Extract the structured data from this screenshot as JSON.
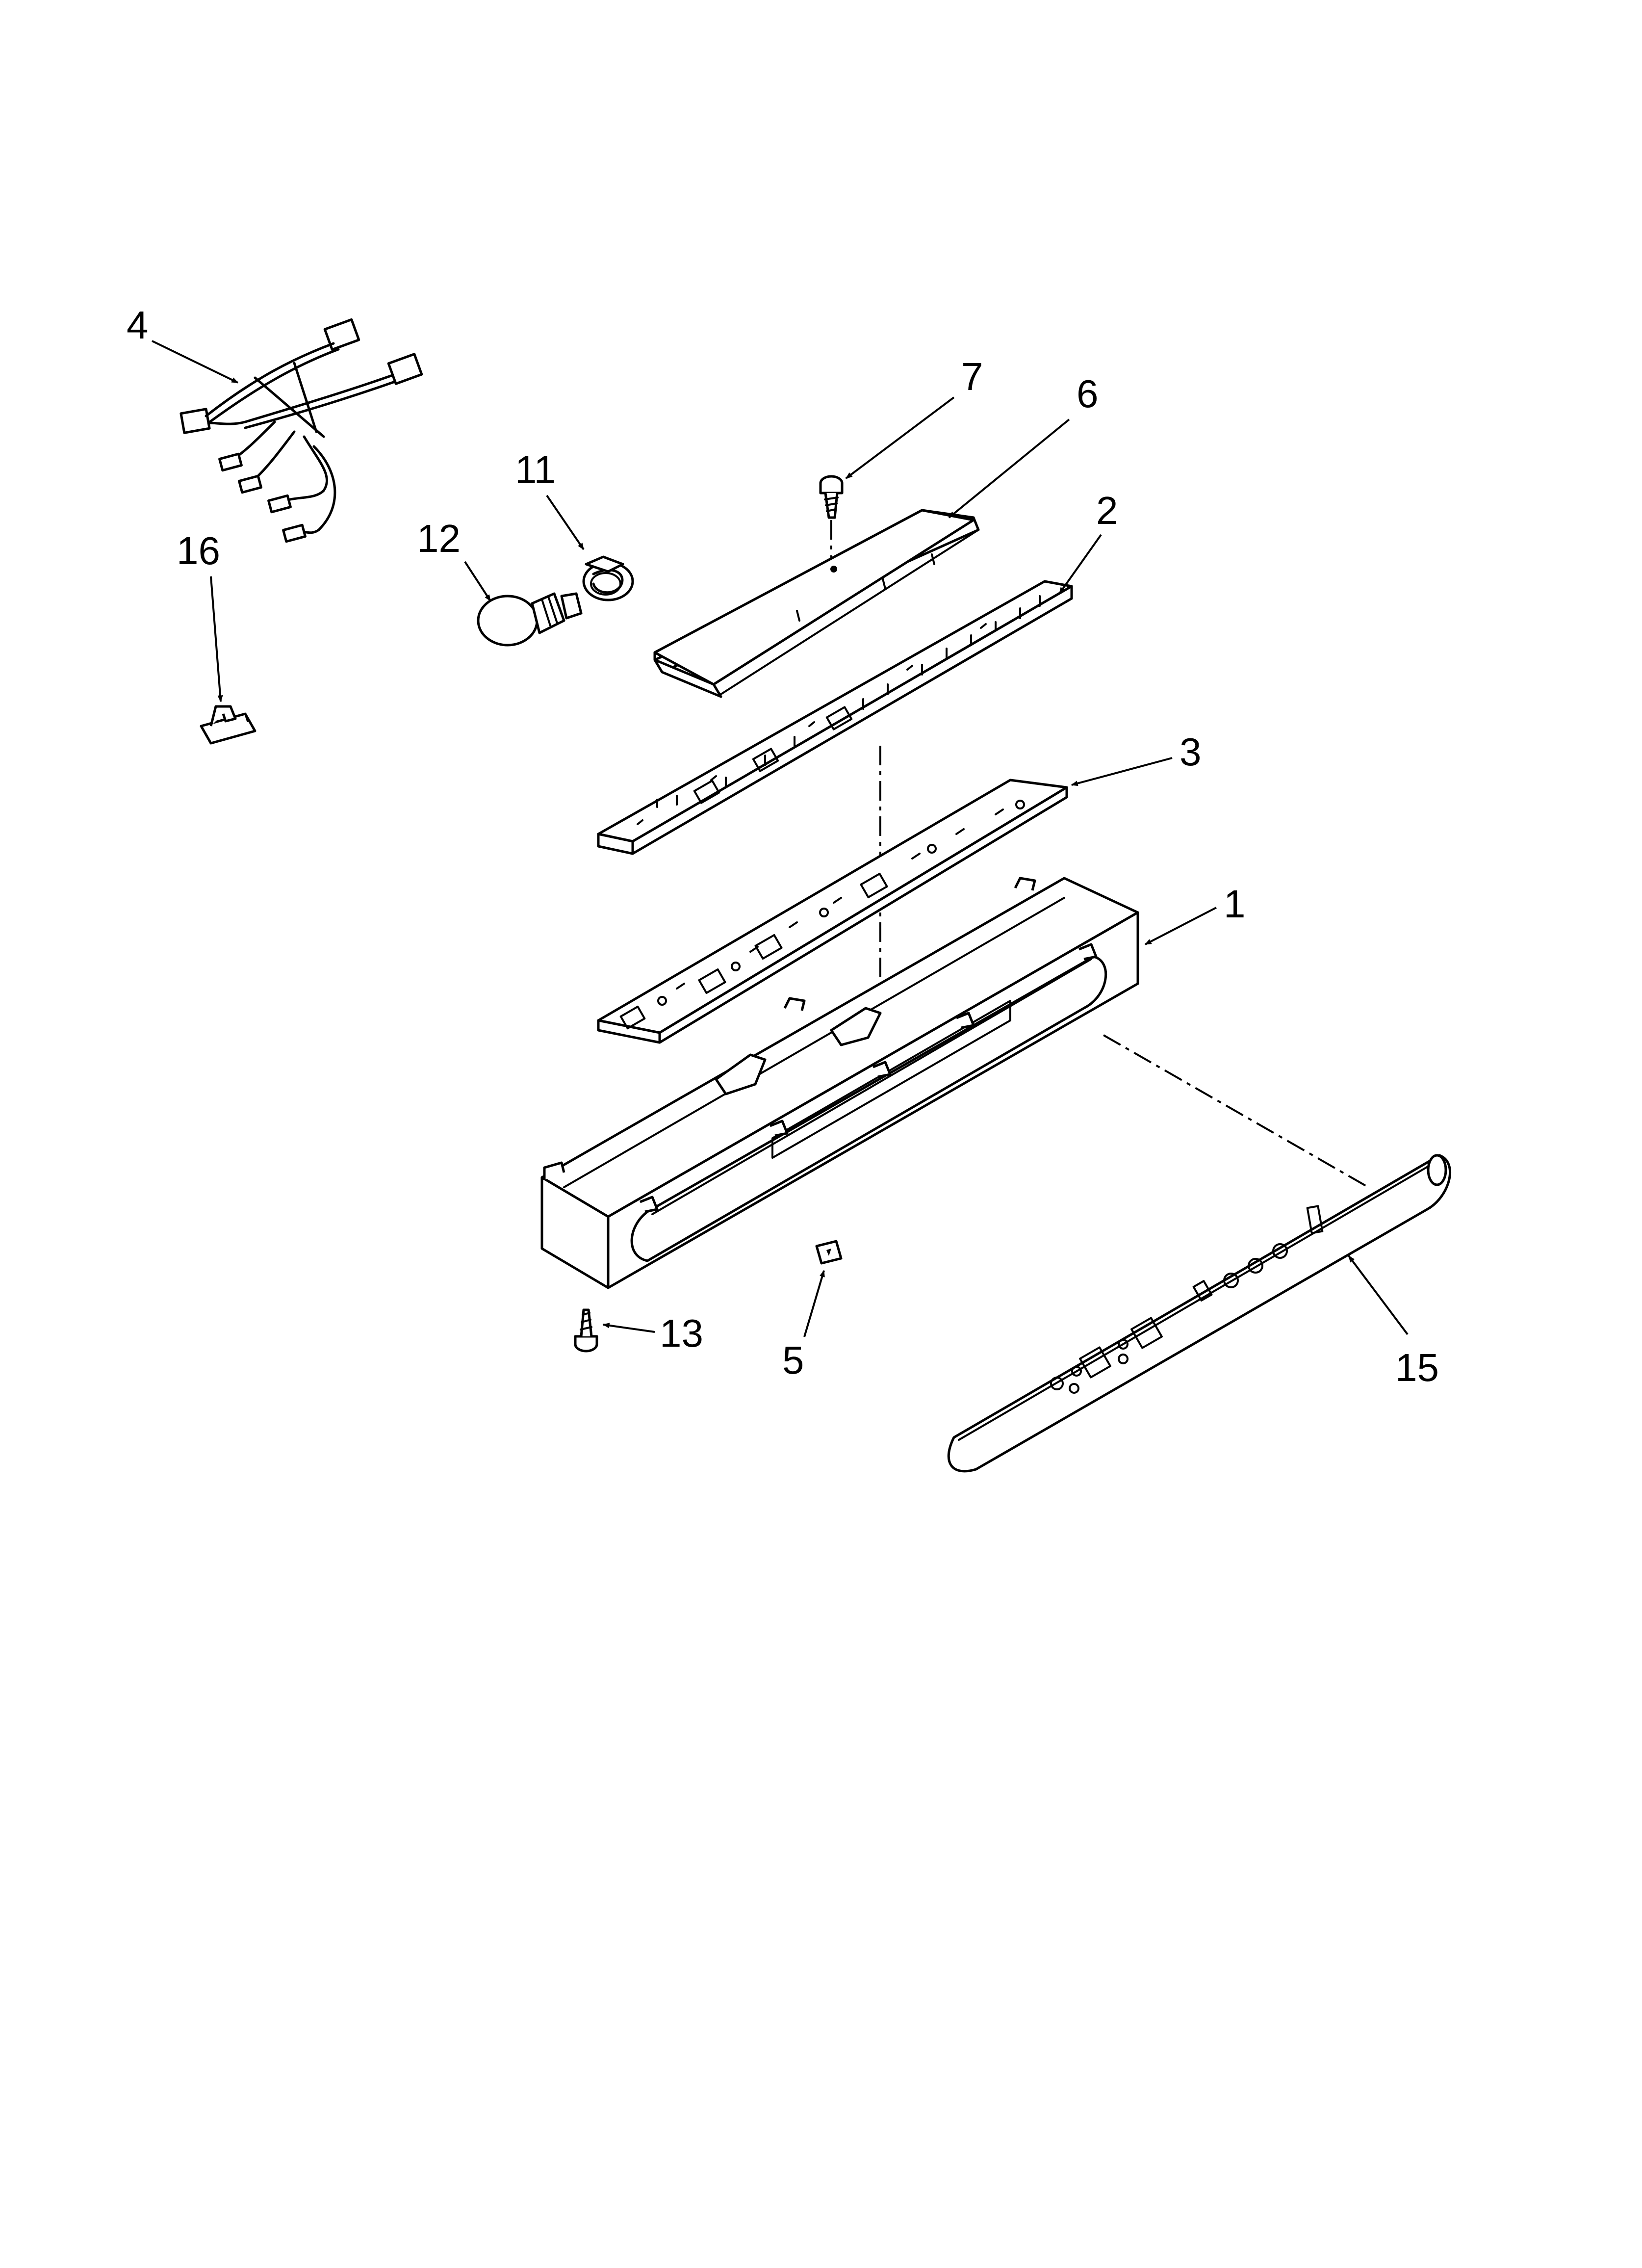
{
  "diagram": {
    "callouts": [
      {
        "id": "c1",
        "label": "1"
      },
      {
        "id": "c2",
        "label": "2"
      },
      {
        "id": "c3",
        "label": "3"
      },
      {
        "id": "c4",
        "label": "4"
      },
      {
        "id": "c5",
        "label": "5"
      },
      {
        "id": "c6",
        "label": "6"
      },
      {
        "id": "c7",
        "label": "7"
      },
      {
        "id": "c11",
        "label": "11"
      },
      {
        "id": "c12",
        "label": "12"
      },
      {
        "id": "c13",
        "label": "13"
      },
      {
        "id": "c15",
        "label": "15"
      },
      {
        "id": "c16",
        "label": "16"
      }
    ]
  }
}
